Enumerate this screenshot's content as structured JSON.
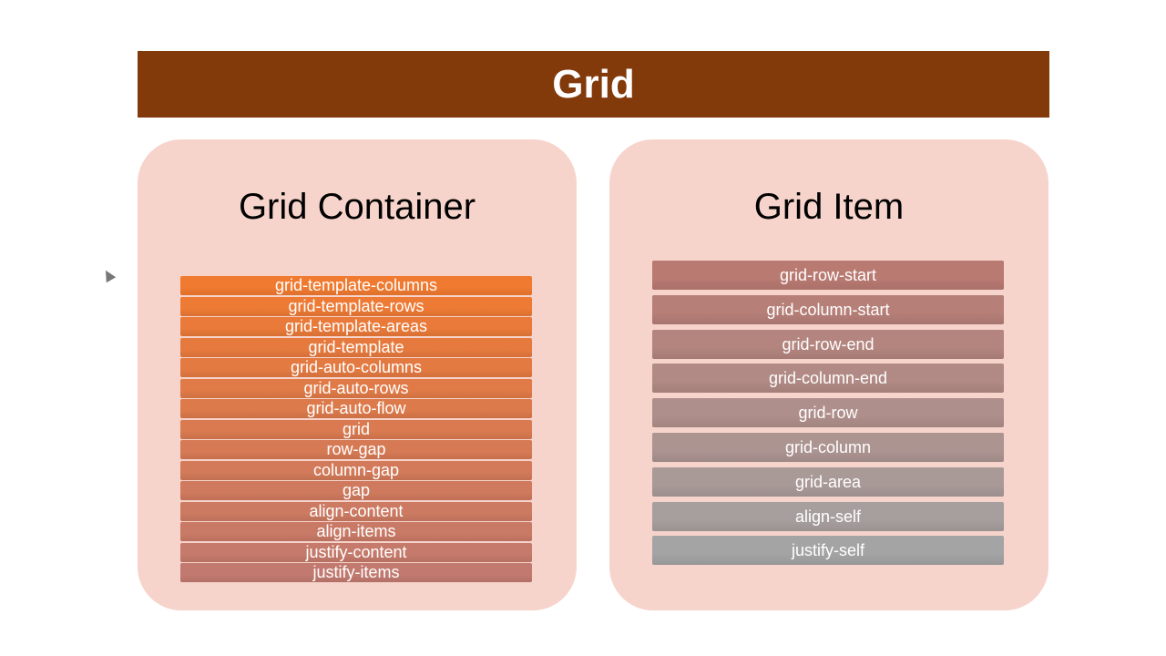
{
  "title": "Grid",
  "colors": {
    "banner": "#833a0b",
    "panel": "#f7d4cb",
    "left_start": "#f07a30",
    "left_end": "#c27a70",
    "right_start": "#b97a72",
    "right_end": "#a4a4a4"
  },
  "container": {
    "heading": "Grid Container",
    "items": [
      "grid-template-columns",
      "grid-template-rows",
      "grid-template-areas",
      "grid-template",
      "grid-auto-columns",
      "grid-auto-rows",
      "grid-auto-flow",
      "grid",
      "row-gap",
      "column-gap",
      "gap",
      "align-content",
      "align-items",
      "justify-content",
      "justify-items"
    ]
  },
  "item": {
    "heading": "Grid Item",
    "items": [
      "grid-row-start",
      "grid-column-start",
      "grid-row-end",
      "grid-column-end",
      "grid-row",
      "grid-column",
      "grid-area",
      "align-self",
      "justify-self"
    ]
  }
}
